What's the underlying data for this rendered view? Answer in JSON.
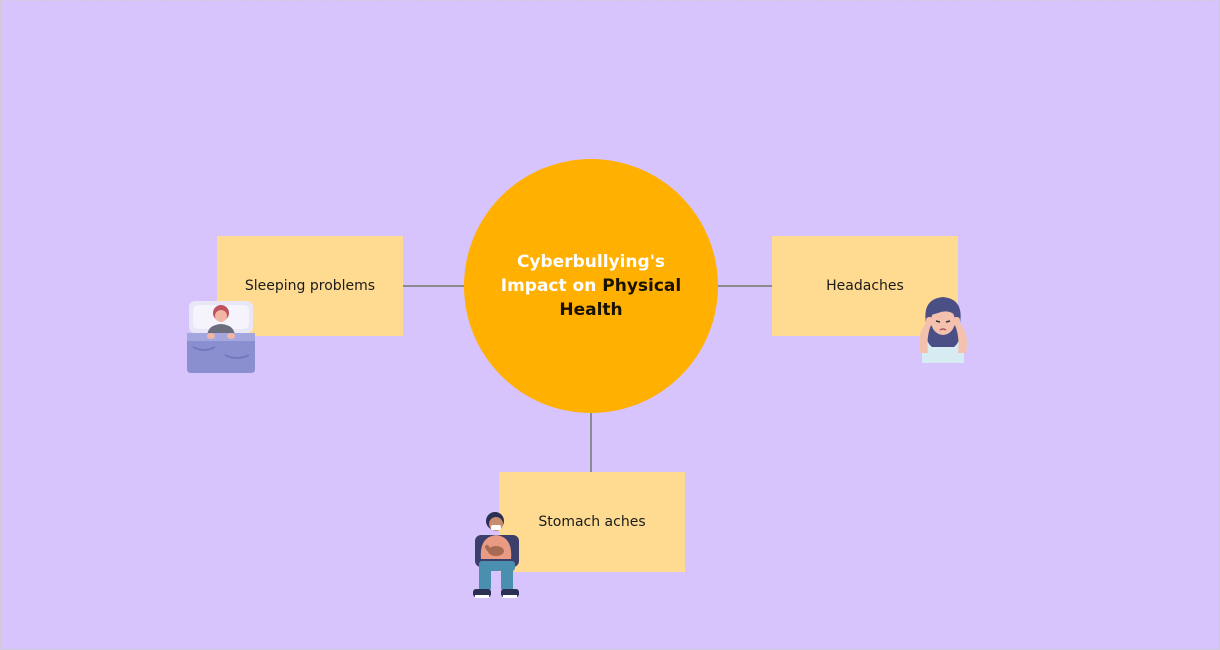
{
  "diagram": {
    "center": {
      "line1": "Cyberbullying's",
      "line2_start": "Impact on",
      "line2_accent": "Physical",
      "line3_accent": "Health"
    },
    "branches": [
      {
        "label": "Sleeping problems",
        "illustration": "person-in-bed-icon"
      },
      {
        "label": "Headaches",
        "illustration": "woman-holding-head-icon"
      },
      {
        "label": "Stomach aches",
        "illustration": "man-holding-stomach-icon"
      }
    ]
  },
  "colors": {
    "background": "#d7c4fd",
    "hub": "#ffb000",
    "box": "#ffdb92",
    "connector": "#8a8a8f",
    "hub_text": "#ffffff",
    "hub_accent_text": "#1a1200"
  }
}
